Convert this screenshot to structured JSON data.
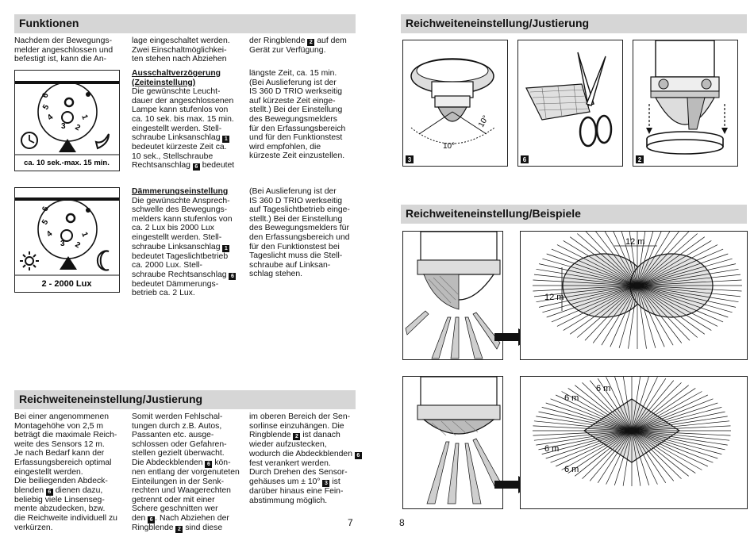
{
  "left_page": {
    "funktionen": {
      "heading": "Funktionen",
      "intro_col1": "Nachdem der Bewegungs-\nmelder angeschlossen und\nbefestigt ist, kann die An-",
      "intro_col2": "lage eingeschaltet werden.\nZwei Einschaltmöglichkei-\nten stehen nach Abziehen",
      "intro_col3_a": "der Ringblende",
      "intro_col3_b": "auf dem\nGerät zur Verfügung.",
      "dial1_label": "ca. 10 sek.-max. 15 min.",
      "dial2_label": "2 - 2000 Lux",
      "zeit_title": "Ausschaltverzögerung\n(Zeiteinstellung)",
      "zeit_a": "Die gewünschte Leucht-\ndauer der angeschlossenen\nLampe kann stufenlos von\nca. 10 sek. bis max. 15 min.\neingestellt werden. Stell-\nschraube Linksanschlag",
      "zeit_b": "bedeutet kürzeste Zeit ca.\n10 sek., Stellschraube\nRechtsanschlag",
      "zeit_c": "bedeutet",
      "zeit_col2": "längste Zeit, ca. 15 min.\n(Bei Auslieferung ist der\nIS 360 D TRIO werkseitig\nauf kürzeste Zeit einge-\nstellt.) Bei der Einstellung\ndes Bewegungsmelders\nfür den Erfassungsbereich\nund für den Funktionstest\nwird empfohlen, die\nkürzeste Zeit einzustellen.",
      "daemm_title": "Dämmerungseinstellung",
      "daemm_a": "Die gewünschte Ansprech-\nschwelle des Bewegungs-\nmelders kann stufenlos von\nca. 2 Lux bis 2000 Lux\neingestellt werden. Stell-\nschraube Linksanschlag",
      "daemm_b": "bedeutet Tageslichtbetrieb\nca. 2000 Lux. Stell-\nschraube Rechtsanschlag",
      "daemm_c": "bedeutet Dämmerungs-\nbetrieb ca. 2 Lux.",
      "daemm_col2": "(Bei Auslieferung ist der\nIS 360 D TRIO werkseitig\nauf Tageslichtbetrieb einge-\nstellt.) Bei der Einstellung\ndes Bewegungsmelders für\nden Erfassungsbereich und\nfür den Funktionstest bei\nTageslicht muss die Stell-\nschraube auf Linksan-\nschlag stehen."
    },
    "reichweite": {
      "heading": "Reichweiteneinstellung/Justierung",
      "col1_a": "Bei einer angenommenen\nMontagehöhe von 2,5 m\nbeträgt die maximale Reich-\nweite des Sensors 12 m.\nJe nach Bedarf kann der\nErfassungsbereich optimal\neingestellt werden.\nDie beiliegenden Abdeck-\nblenden",
      "col1_b": "dienen dazu,\nbeliebig viele Linsenseg-\nmente abzudecken, bzw.\ndie Reichweite individuell zu\nverkürzen.",
      "col2_a": "Somit werden Fehlschal-\ntungen durch z.B. Autos,\nPassanten etc. ausge-\nschlossen oder Gefahren-\nstellen gezielt überwacht.\nDie Abdeckblenden",
      "col2_b": "kön-\nnen entlang der vorgenuteten\nEinteilungen in der Senk-\nrechten und Waagerechten\ngetrennt oder mit einer\nSchere geschnitten wer\nden",
      "col2_c": ". Nach Abziehen der\nRingblende",
      "col2_d": "sind diese",
      "col3_a": "im oberen Bereich der Sen-\nsorlinse einzuhängen. Die\nRingblende",
      "col3_b": "ist danach\nwieder aufzustecken,\nwodurch die Abdeckblenden",
      "col3_c": "fest verankert werden.\nDurch Drehen des Sensor-\ngehäuses um ± 10°",
      "col3_d": "ist\ndarüber hinaus eine Fein-\nabstimmung möglich."
    },
    "page_number": "7"
  },
  "right_page": {
    "justierung_heading": "Reichweiteneinstellung/Justierung",
    "beispiele_heading": "Reichweiteneinstellung/Beispiele",
    "fig_labels": [
      "3",
      "6",
      "2"
    ],
    "angle_label_1": "10°",
    "angle_label_2": "10°",
    "example1_labels": [
      "12 m",
      "12 m"
    ],
    "example2_labels": [
      "6 m",
      "6 m",
      "6 m",
      "6 m"
    ],
    "page_number": "8"
  },
  "markers": {
    "m1": "1",
    "m2": "2",
    "m3": "3",
    "m6": "6"
  },
  "dial_numbers": [
    "6",
    "5",
    "4",
    "3",
    "2",
    "1"
  ]
}
